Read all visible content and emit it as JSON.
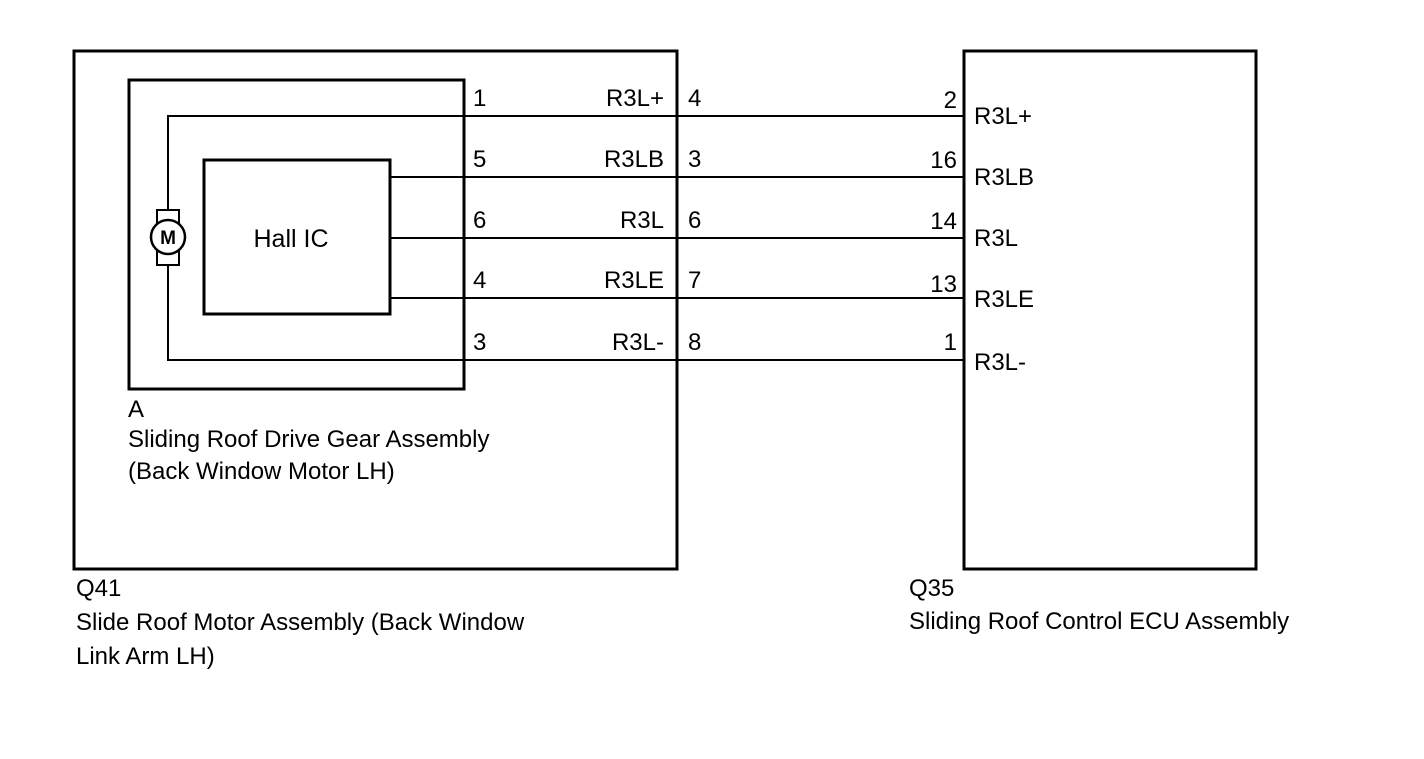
{
  "connector_q41": {
    "id": "Q41",
    "name_line1": "Slide Roof Motor Assembly (Back Window",
    "name_line2": "Link Arm LH)"
  },
  "sub_assembly": {
    "id": "A",
    "name_line1": "Sliding Roof Drive Gear Assembly",
    "name_line2": "(Back Window Motor LH)",
    "hall_ic_label": "Hall IC",
    "motor_symbol": "M"
  },
  "ecu": {
    "id": "Q35",
    "name": "Sliding Roof Control ECU Assembly"
  },
  "wires": [
    {
      "inner_pin": "1",
      "signal": "R3L+",
      "outer_pin": "4",
      "ecu_pin": "2",
      "ecu_signal": "R3L+"
    },
    {
      "inner_pin": "5",
      "signal": "R3LB",
      "outer_pin": "3",
      "ecu_pin": "16",
      "ecu_signal": "R3LB"
    },
    {
      "inner_pin": "6",
      "signal": "R3L",
      "outer_pin": "6",
      "ecu_pin": "14",
      "ecu_signal": "R3L"
    },
    {
      "inner_pin": "4",
      "signal": "R3LE",
      "outer_pin": "7",
      "ecu_pin": "13",
      "ecu_signal": "R3LE"
    },
    {
      "inner_pin": "3",
      "signal": "R3L-",
      "outer_pin": "8",
      "ecu_pin": "1",
      "ecu_signal": "R3L-"
    }
  ],
  "colors": {
    "line": "#000000",
    "background": "#ffffff"
  },
  "icons": {
    "motor": "motor-icon"
  }
}
